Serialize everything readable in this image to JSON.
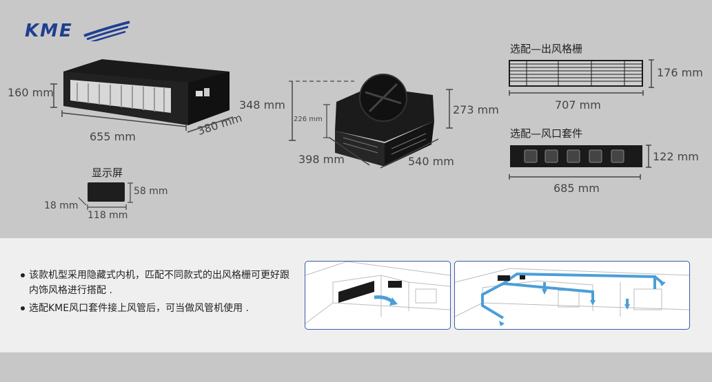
{
  "logo": {
    "text": "KME"
  },
  "unit_indoor": {
    "height": "160 mm",
    "length": "655 mm",
    "depth": "380 mm"
  },
  "unit_outdoor": {
    "height": "348 mm",
    "inner_height": "226 mm",
    "side_height": "273 mm",
    "width": "398 mm",
    "length": "540 mm"
  },
  "display": {
    "title": "显示屏",
    "height": "58 mm",
    "depth": "18 mm",
    "width": "118 mm"
  },
  "grille": {
    "title": "选配—出风格栅",
    "height": "176 mm",
    "width": "707 mm"
  },
  "vent_kit": {
    "title": "选配—风口套件",
    "height": "122 mm",
    "width": "685 mm"
  },
  "notes": [
    "该款机型采用隐藏式内机，匹配不同款式的出风格栅可更好跟内饰风格进行搭配 .",
    "选配KME风口套件接上风管后，可当做风管机使用 ."
  ],
  "colors": {
    "brand": "#1f3f8f",
    "duct": "#4a9fd8",
    "panel_border": "#3a5aa8"
  }
}
